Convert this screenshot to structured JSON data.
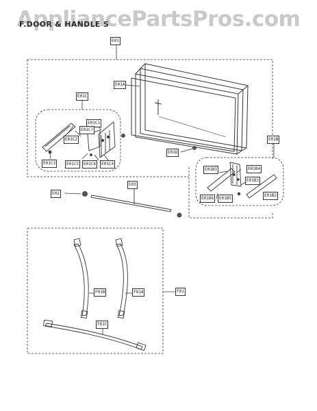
{
  "watermark": "AppliancePartsPros.com",
  "title": "F.DOOR & HANDLE S",
  "labels": {
    "e01": "E01",
    "e01a": "E01A",
    "e01c": "E01C",
    "e01c1": "E01C1",
    "e01c7": "E01C7",
    "e01c2": "E01C2",
    "e01c3": "E01C3",
    "e01c5": "E01C5",
    "e01c6": "E01C6",
    "e01c4": "E01C4",
    "e01d": "E01D",
    "e01b": "E01B",
    "e01b1": "E01B1",
    "e01b4": "E01B4",
    "e01b3": "E01B3",
    "e01b6": "E01B6",
    "e01b5": "E01B5",
    "e01b2": "E01B2",
    "e02": "E02",
    "e03": "E03",
    "f01": "F01",
    "f01b": "F01B",
    "f01a": "F01A",
    "f01c": "F01C"
  }
}
